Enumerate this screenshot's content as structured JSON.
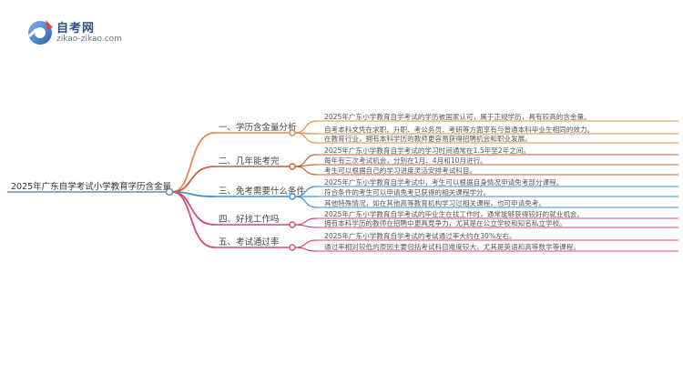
{
  "logo": {
    "title": "自考网",
    "url": "zikao-zikao.com"
  },
  "root": {
    "label": "2025年广东自学考试小学教育学历含金量"
  },
  "branches": [
    {
      "label": "一、学历含金量分析",
      "color": "#e6894a",
      "leaves": [
        "2025年广东小学教育自学考试的学历被国家认可，属于正规学历，具有较高的含金量。",
        "自考本科文凭在求职、升职、考公务员、考研等方面享有与普通本科毕业生相同的效力。",
        "在教育行业，拥有本科学历的教师更容易获得招聘机会和职业发展。"
      ]
    },
    {
      "label": "二、几年能考完",
      "color": "#c4622e",
      "leaves": [
        "2025年广东小学教育自学考试的学习时间通常在1.5年至2年之间。",
        "每年有三次考试机会，分别在1月、4月和10月进行。",
        "考生可以根据自己的学习进度灵活安排考试科目。"
      ]
    },
    {
      "label": "三、免考需要什么条件",
      "color": "#3b8fd4",
      "leaves": [
        "2025年广东小学教育自学考试中，考生可以根据自身情况申请免考部分课程。",
        "符合条件的考生可以申请免考已获得的相关课程学分。",
        "其他特殊情况，如在其他高等教育机构学习过相关课程，也可申请免考。"
      ]
    },
    {
      "label": "四、好找工作吗",
      "color": "#d6457e",
      "leaves": [
        "2025年广东小学教育自学考试的毕业生在找工作时，通常能够获得较好的就业机会。",
        "拥有本科学历的教师在招聘中更具竞争力，尤其是在公立学校和知名私立学校。"
      ]
    },
    {
      "label": "五、考试通过率",
      "color": "#d8467f",
      "leaves": [
        "2025年广东小学教育自学考试的考试通过率大约在30%左右。",
        "通过率相对较低的原因主要包括考试科目难度较大，尤其是英语和高等数学等课程。"
      ]
    }
  ]
}
